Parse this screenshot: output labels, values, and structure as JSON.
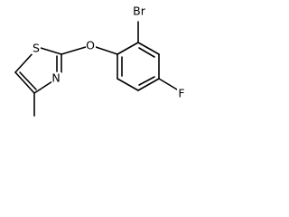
{
  "molecule": {
    "atoms": {
      "sulfur": "S",
      "oxygen": "O",
      "nitrogen": "N",
      "bromine": "Br",
      "fluorine": "F"
    }
  }
}
